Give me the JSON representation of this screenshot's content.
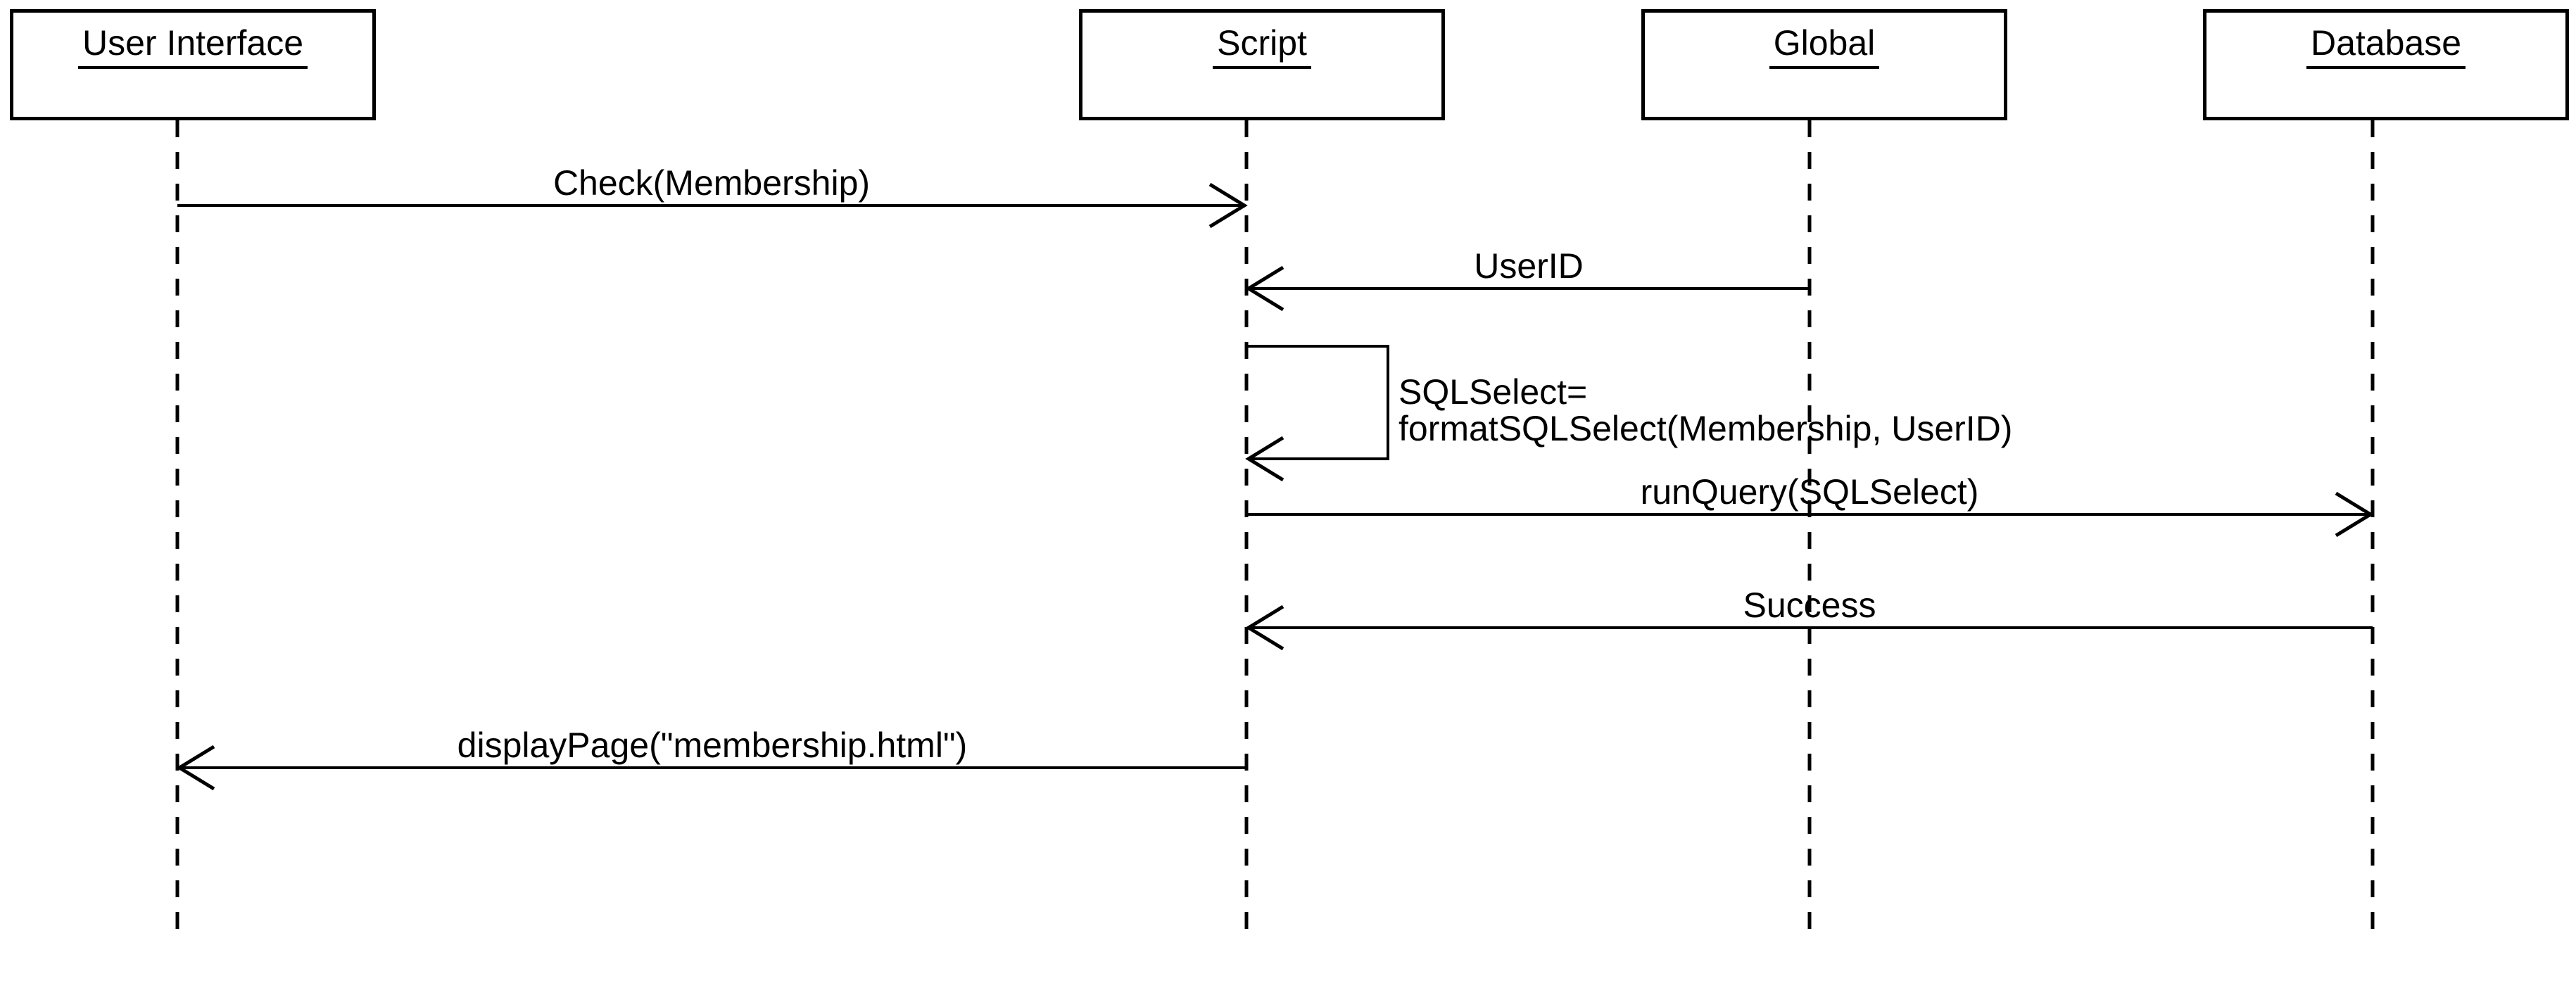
{
  "diagram": {
    "kind": "uml-sequence-diagram",
    "colors": {
      "background": "#ffffff",
      "stroke": "#000000",
      "text": "#000000"
    },
    "participants": [
      {
        "name": "User Interface"
      },
      {
        "name": "Script"
      },
      {
        "name": "Global"
      },
      {
        "name": "Database"
      }
    ],
    "messages": [
      {
        "from": "User Interface",
        "to": "Script",
        "label": "Check(Membership)"
      },
      {
        "from": "Global",
        "to": "Script",
        "label": "UserID"
      },
      {
        "from": "Script",
        "to": "Script",
        "label_lines": [
          "SQLSelect=",
          "formatSQLSelect(Membership, UserID)"
        ]
      },
      {
        "from": "Script",
        "to": "Database",
        "label": "runQuery(SQLSelect)"
      },
      {
        "from": "Database",
        "to": "Script",
        "label": "Success"
      },
      {
        "from": "Script",
        "to": "User Interface",
        "label": "displayPage(\"membership.html\")"
      }
    ]
  }
}
